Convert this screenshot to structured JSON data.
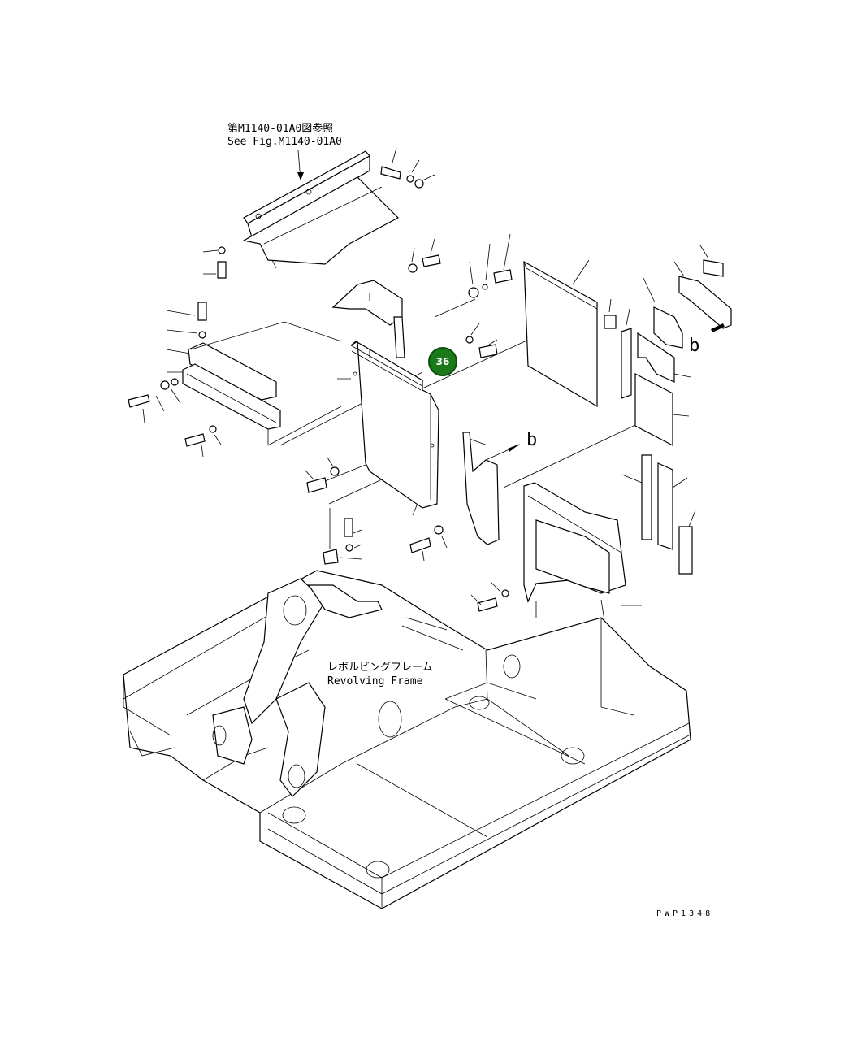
{
  "reference_note": {
    "line_jp": "第M1140-01A0図参照",
    "line_en": "See Fig.M1140-01A0"
  },
  "frame_label": {
    "line_jp": "レボルビングフレーム",
    "line_en": "Revolving Frame"
  },
  "view_markers": {
    "marker_1": "b",
    "marker_2": "b"
  },
  "callout": {
    "number": "36",
    "color": "#1a7a1a"
  },
  "drawing_code": "PWP1348"
}
